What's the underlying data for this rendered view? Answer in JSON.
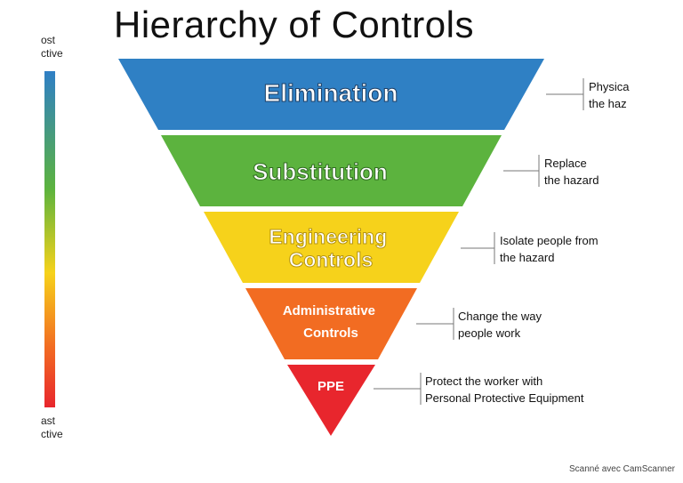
{
  "title": "Hierarchy of Controls",
  "scale": {
    "top_label": [
      "ost",
      "ctive"
    ],
    "bottom_label": [
      "ast",
      "ctive"
    ]
  },
  "levels": [
    {
      "label": [
        "Elimination"
      ],
      "description": [
        "Physica",
        "the haz"
      ],
      "color": "#2f80c4"
    },
    {
      "label": [
        "Substitution"
      ],
      "description": [
        "Replace",
        "the hazard"
      ],
      "color": "#5cb33e"
    },
    {
      "label": [
        "Engineering",
        "Controls"
      ],
      "description": [
        "Isolate people from",
        "the hazard"
      ],
      "color": "#f6d21b"
    },
    {
      "label": [
        "Administrative",
        "Controls"
      ],
      "description": [
        "Change the way",
        "people work"
      ],
      "color": "#f26c22"
    },
    {
      "label": [
        "PPE"
      ],
      "description": [
        "Protect the worker with",
        "Personal Protective Equipment"
      ],
      "color": "#e8262d"
    }
  ],
  "footer": "Scanné avec CamScanner"
}
